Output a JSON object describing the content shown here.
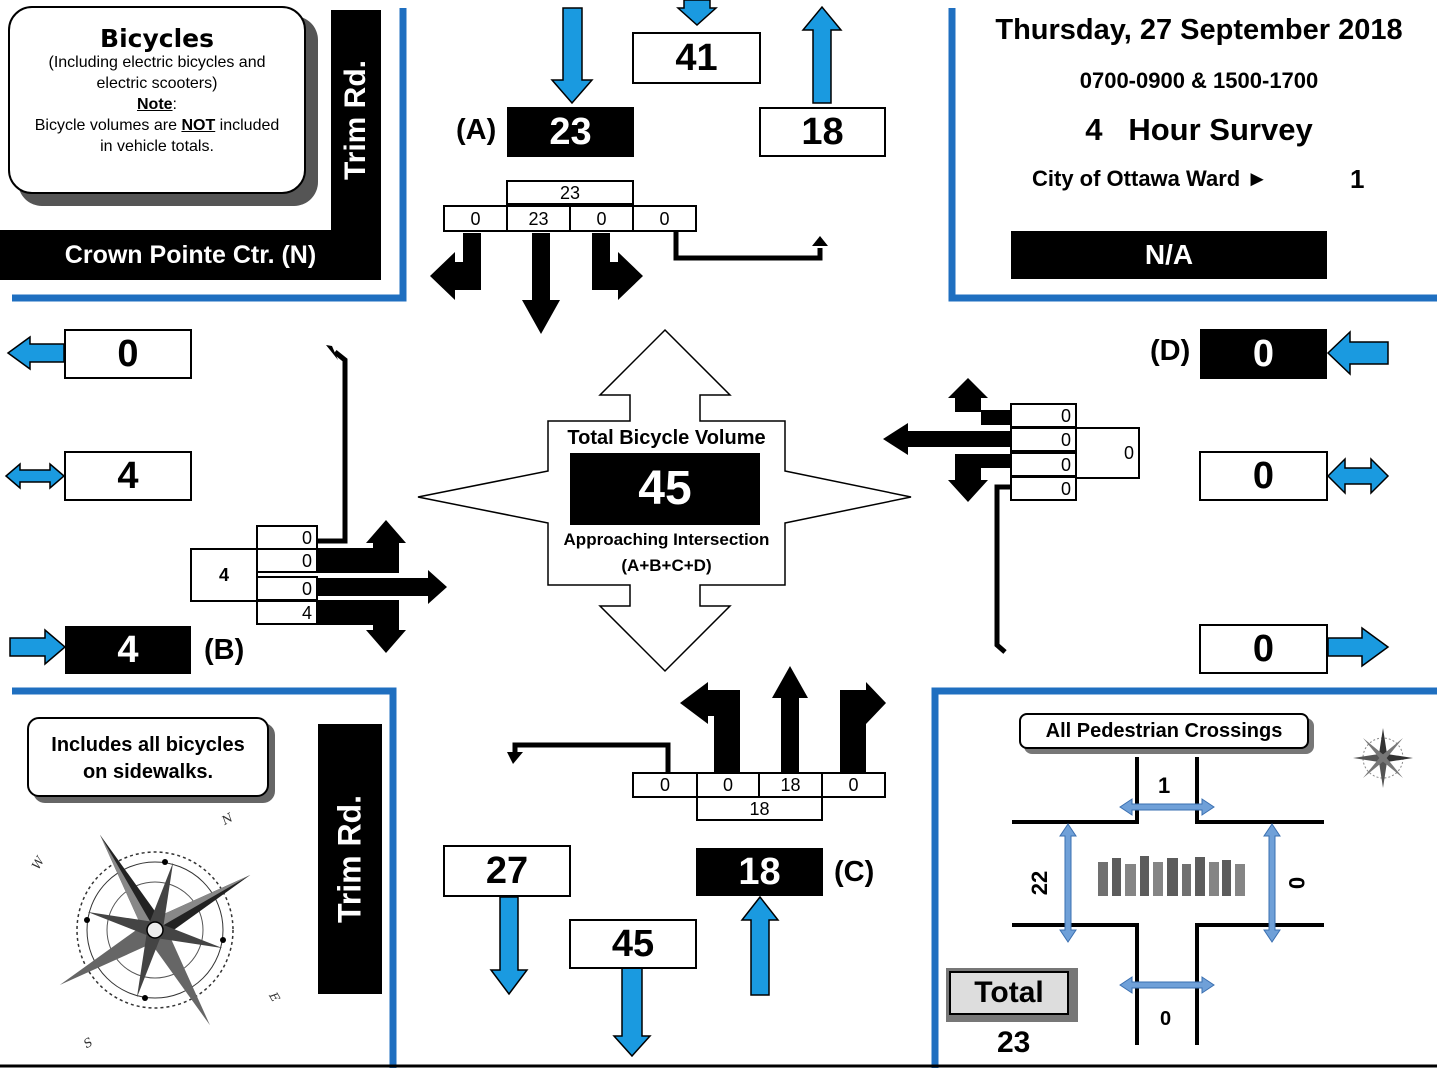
{
  "legend": {
    "title": "Bicycles",
    "line1": "(Including electric bicycles and",
    "line2": "electric scooters)",
    "note_label": "Note",
    "note_colon": ":",
    "note_pre": "Bicycle volumes are ",
    "note_not": "NOT",
    "note_post": " included",
    "note_line2": "in vehicle totals."
  },
  "streets": {
    "north_vertical": "Trim Rd.",
    "north_name": "Crown Pointe Ctr. (N)",
    "south_vertical": "Trim Rd."
  },
  "header": {
    "date": "Thursday, 27 September 2018",
    "times": "0700-0900 & 1500-1700",
    "survey": "4   Hour Survey",
    "ward_label": "City of Ottawa Ward ►",
    "ward_value": "1",
    "na": "N/A"
  },
  "north": {
    "approach_label": "(A)",
    "approach_value": "23",
    "top_total": "41",
    "exit_value": "18",
    "approach_sum": "23",
    "movements": [
      "0",
      "23",
      "0",
      "0"
    ]
  },
  "west": {
    "exit_value": "0",
    "ped_value": "4",
    "approach_value": "4",
    "approach_label": "(B)",
    "side_total": "4",
    "movements": [
      "0",
      "0",
      "0",
      "4"
    ]
  },
  "east": {
    "approach_label": "(D)",
    "approach_value": "0",
    "ped_value": "0",
    "exit_value": "0",
    "side_total": "0",
    "movements": [
      "0",
      "0",
      "0",
      "0"
    ]
  },
  "south": {
    "exit_value": "27",
    "ped_total": "45",
    "approach_value": "18",
    "approach_label": "(C)",
    "approach_sum": "18",
    "movements": [
      "0",
      "0",
      "18",
      "0"
    ]
  },
  "center": {
    "title": "Total Bicycle Volume",
    "value": "45",
    "sub1": "Approaching Intersection",
    "sub2": "(A+B+C+D)"
  },
  "sidewalk_note": {
    "line1": "Includes all bicycles",
    "line2": "on sidewalks."
  },
  "pedestrian": {
    "title": "All Pedestrian Crossings",
    "north": "1",
    "west": "22",
    "east": "0",
    "south": "0",
    "total_label": "Total",
    "total_value": "23"
  },
  "compass": {
    "n": "N",
    "w": "W",
    "e": "E",
    "s": "S"
  },
  "colors": {
    "accent_blue": "#1A9AE0",
    "panel_border": "#1F6FC0"
  }
}
